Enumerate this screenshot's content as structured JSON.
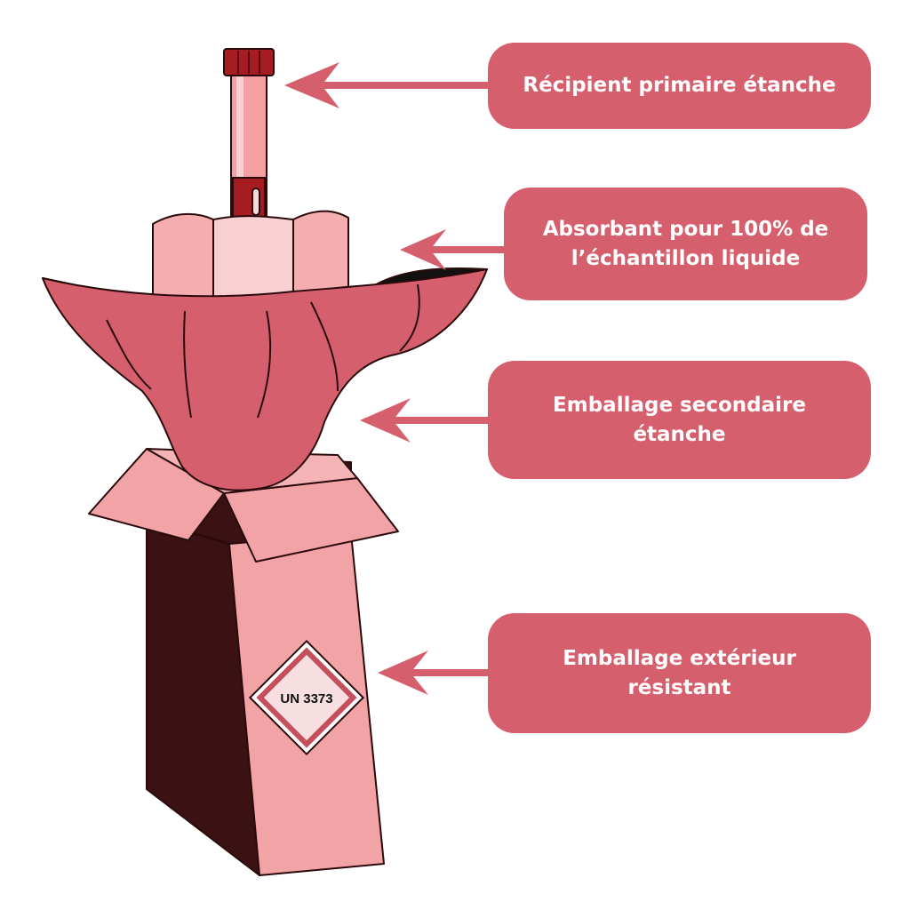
{
  "callouts": {
    "primary_container": {
      "lines": [
        "Récipient primaire étanche"
      ]
    },
    "absorbent": {
      "lines": [
        "Absorbant pour 100% de",
        "l’échantillon liquide"
      ]
    },
    "secondary_packaging": {
      "lines": [
        "Emballage secondaire",
        "étanche"
      ]
    },
    "outer_packaging": {
      "lines": [
        "Emballage extérieur",
        "résistant"
      ]
    }
  },
  "hazard_label": {
    "text": "UN 3373"
  },
  "colors": {
    "callout_bg": "#d65f6e",
    "arrow": "#d65f6e",
    "box_front": "#f2a3a6",
    "box_dark": "#3a1213",
    "bag": "#d65f6e",
    "absorbent_light": "#f9d0d2",
    "absorbent_mid": "#f4aeb0",
    "tube": "#f4a0a2",
    "tube_cap": "#a51c22"
  }
}
